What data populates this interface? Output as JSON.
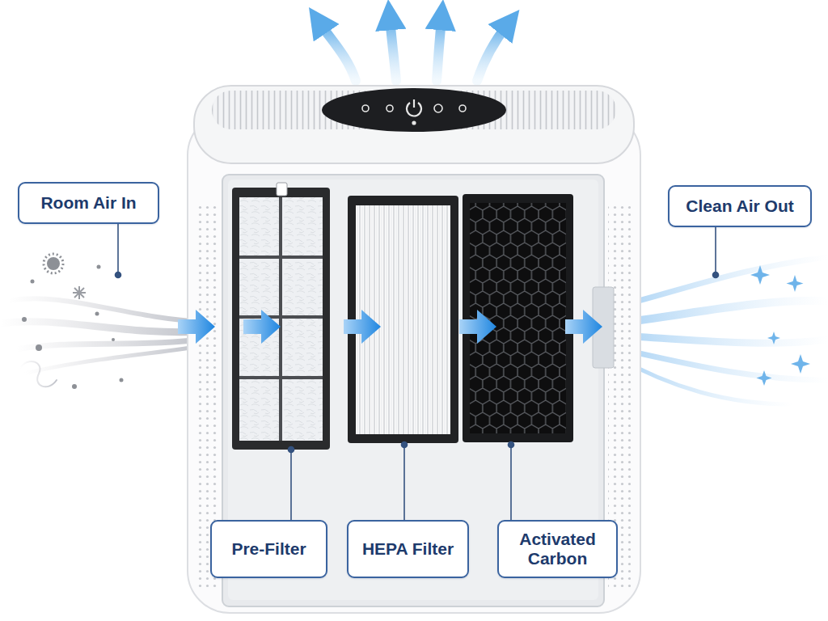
{
  "diagram": {
    "nodes": [
      {
        "text": [
          "Room Air In"
        ]
      },
      {
        "text": [
          "Clean Air Out"
        ]
      },
      {
        "text": [
          "Pre-Filter"
        ]
      },
      {
        "text": [
          "HEPA Filter"
        ]
      },
      {
        "text": [
          "Activated Carbon"
        ]
      }
    ]
  }
}
